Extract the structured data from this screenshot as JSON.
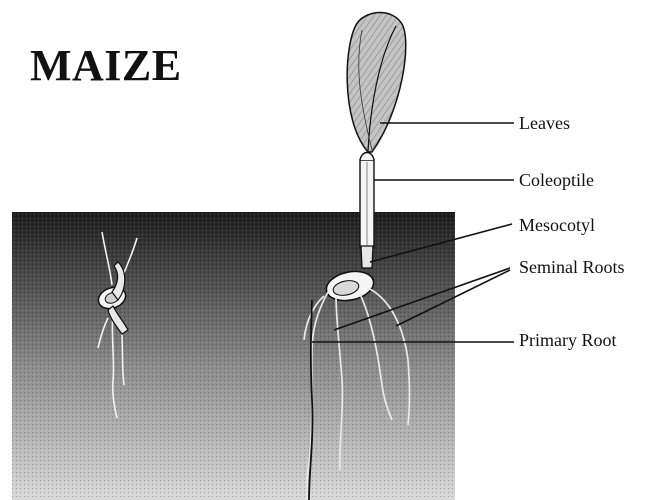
{
  "diagram": {
    "title": "MAIZE",
    "labels": {
      "leaves": "Leaves",
      "coleoptile": "Coleoptile",
      "mesocotyl": "Mesocotyl",
      "seminal_roots": "Seminal Roots",
      "primary_root": "Primary Root"
    }
  },
  "colors": {
    "ink": "#111111",
    "soil_top": "#1a1a1a",
    "soil_bottom": "#d6d6d6",
    "leaf_fill": "#bdbdbd"
  }
}
